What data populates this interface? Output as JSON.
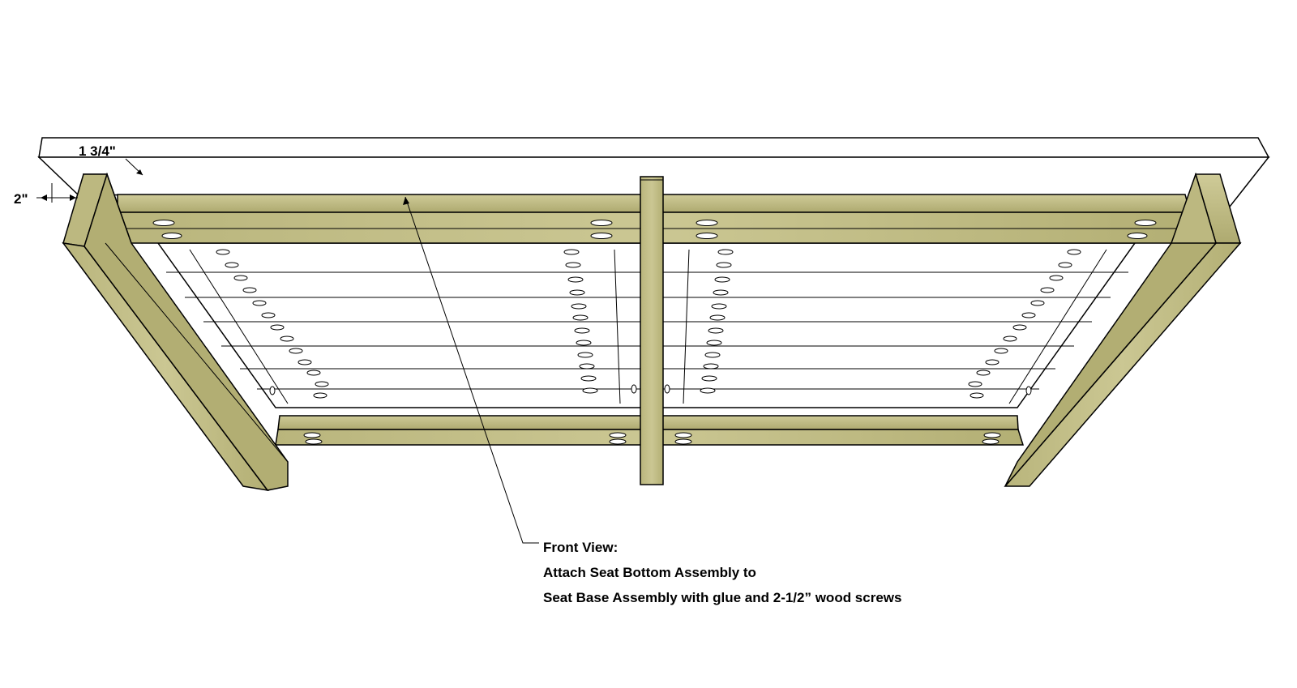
{
  "dimensions": {
    "thickness": "1 3/4\"",
    "overhang": "2\""
  },
  "callout": {
    "line1": "Front View:",
    "line2": "Attach Seat Bottom Assembly to",
    "line3": "Seat Base Assembly with glue and 2-1/2” wood screws"
  },
  "colors": {
    "wood": "#c8c48e",
    "wood_dark": "#a9a56b",
    "wood_edge": "#8c8850",
    "board": "#ffffff",
    "line": "#000000"
  }
}
